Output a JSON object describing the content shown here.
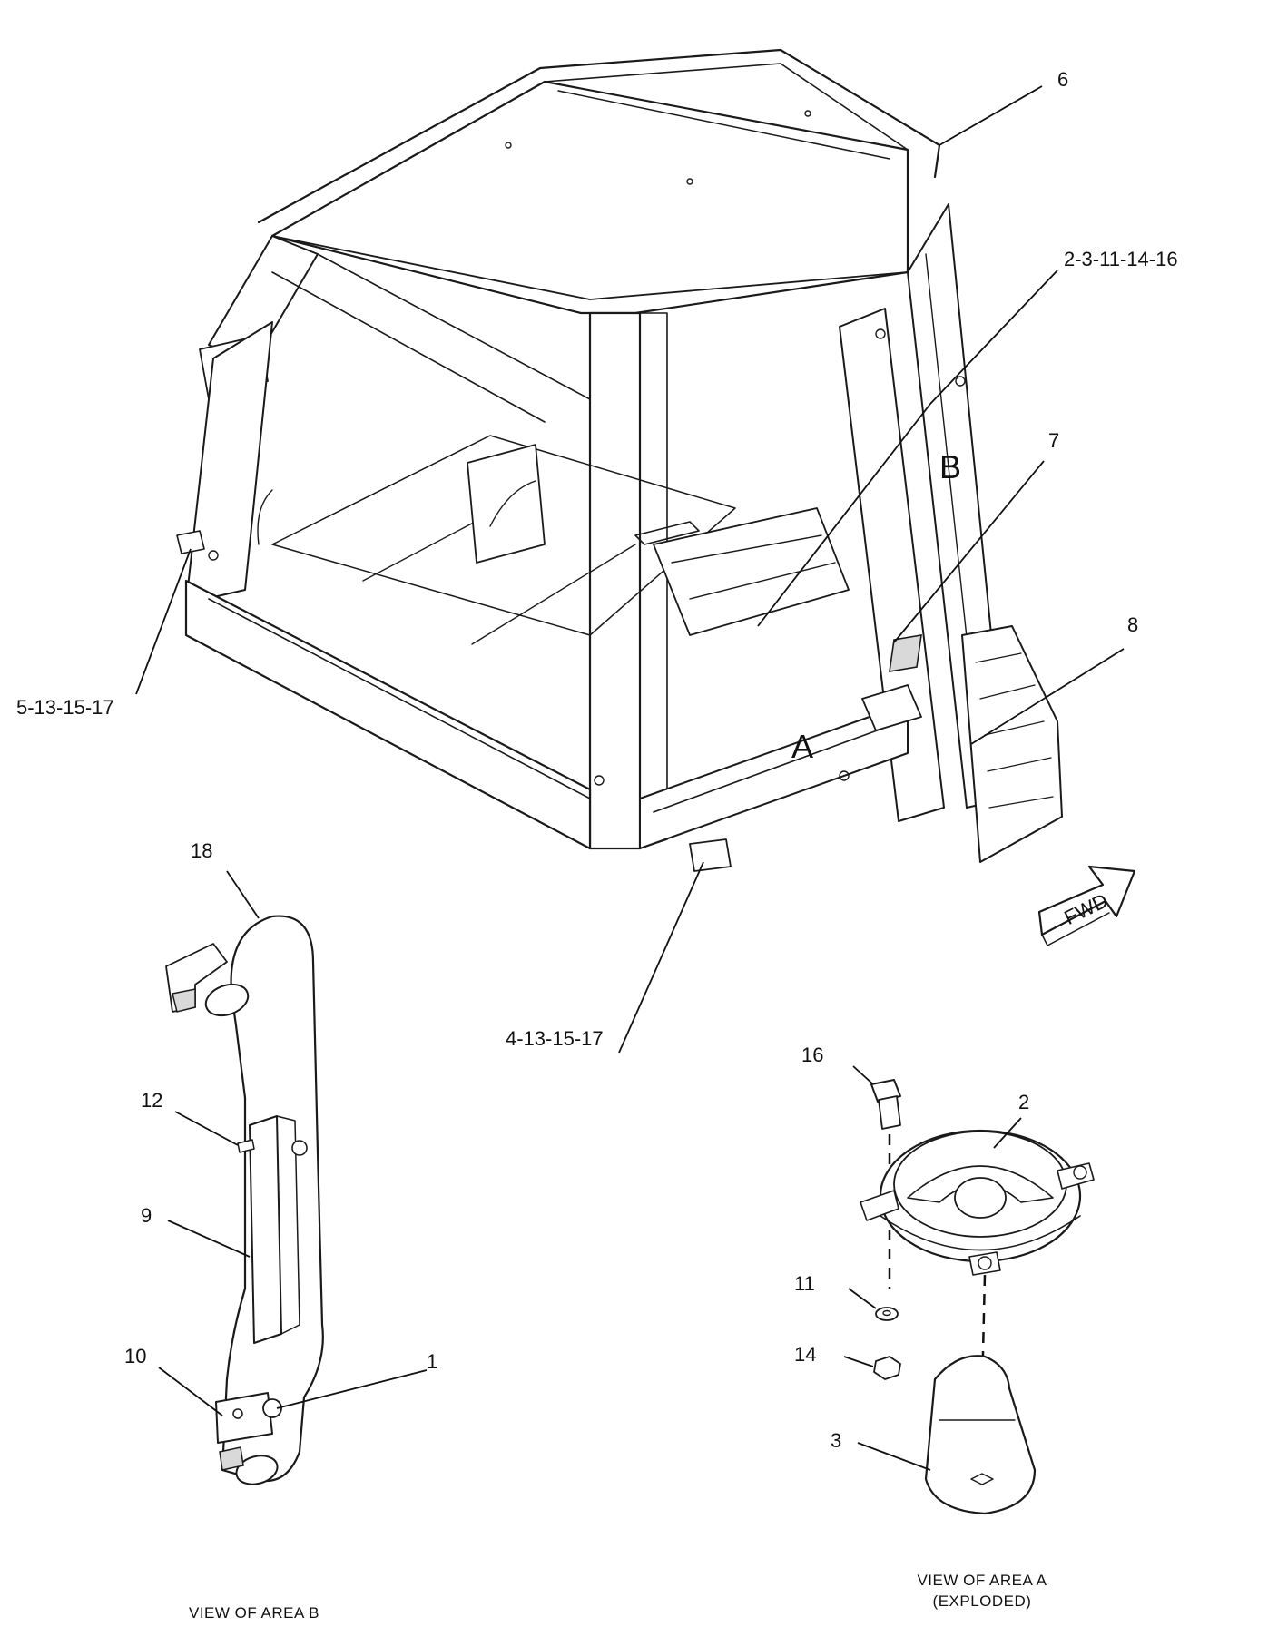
{
  "callouts": {
    "c6": "6",
    "c2_3_11_14_16": "2-3-11-14-16",
    "c7": "7",
    "c8": "8",
    "c5_13_15_17": "5-13-15-17",
    "c4_13_15_17": "4-13-15-17",
    "c18": "18",
    "c12": "12",
    "c9": "9",
    "c10": "10",
    "c1": "1",
    "c16": "16",
    "c2": "2",
    "c11": "11",
    "c14": "14",
    "c3": "3"
  },
  "area_labels": {
    "a": "A",
    "b": "B"
  },
  "fwd_arrow_label": "FWD",
  "views": {
    "area_a_line1": "VIEW OF AREA  A",
    "area_a_line2": "(EXPLODED)",
    "area_b": "VIEW OF AREA  B"
  }
}
